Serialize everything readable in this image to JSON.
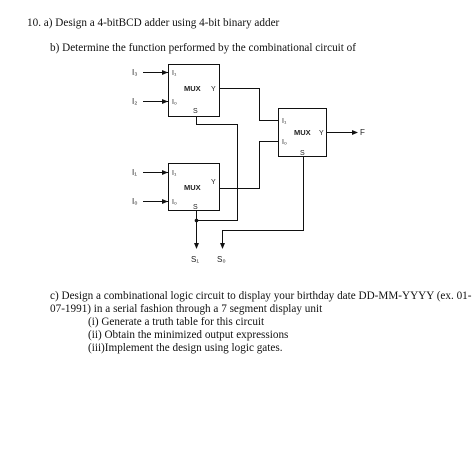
{
  "question": {
    "number": "10.",
    "part_a": "a) Design a 4-bitBCD adder using 4-bit binary adder",
    "part_b": "b) Determine the function performed by the combinational circuit of",
    "part_c": {
      "line1": "c) Design a combinational logic circuit to display your birthday date DD-MM-YYYY (ex. 01-",
      "line2": "07-1991) in a serial fashion through a 7 segment display unit",
      "items": [
        "(i)  Generate a truth table for this circuit",
        "(ii) Obtain the minimized output expressions",
        "(iii)Implement the design using logic gates."
      ]
    }
  },
  "circuit": {
    "mux_label": "MUX",
    "pins": {
      "in1": "I₁",
      "in0": "I₀",
      "out": "Y",
      "sel": "S"
    },
    "inputs": {
      "top_i3": "I₃",
      "top_i2": "I₂",
      "bottom_i1": "I₁",
      "bottom_i0": "I₀"
    },
    "select_labels": {
      "s1": "S₁",
      "s0": "S₀"
    },
    "output": "F"
  }
}
